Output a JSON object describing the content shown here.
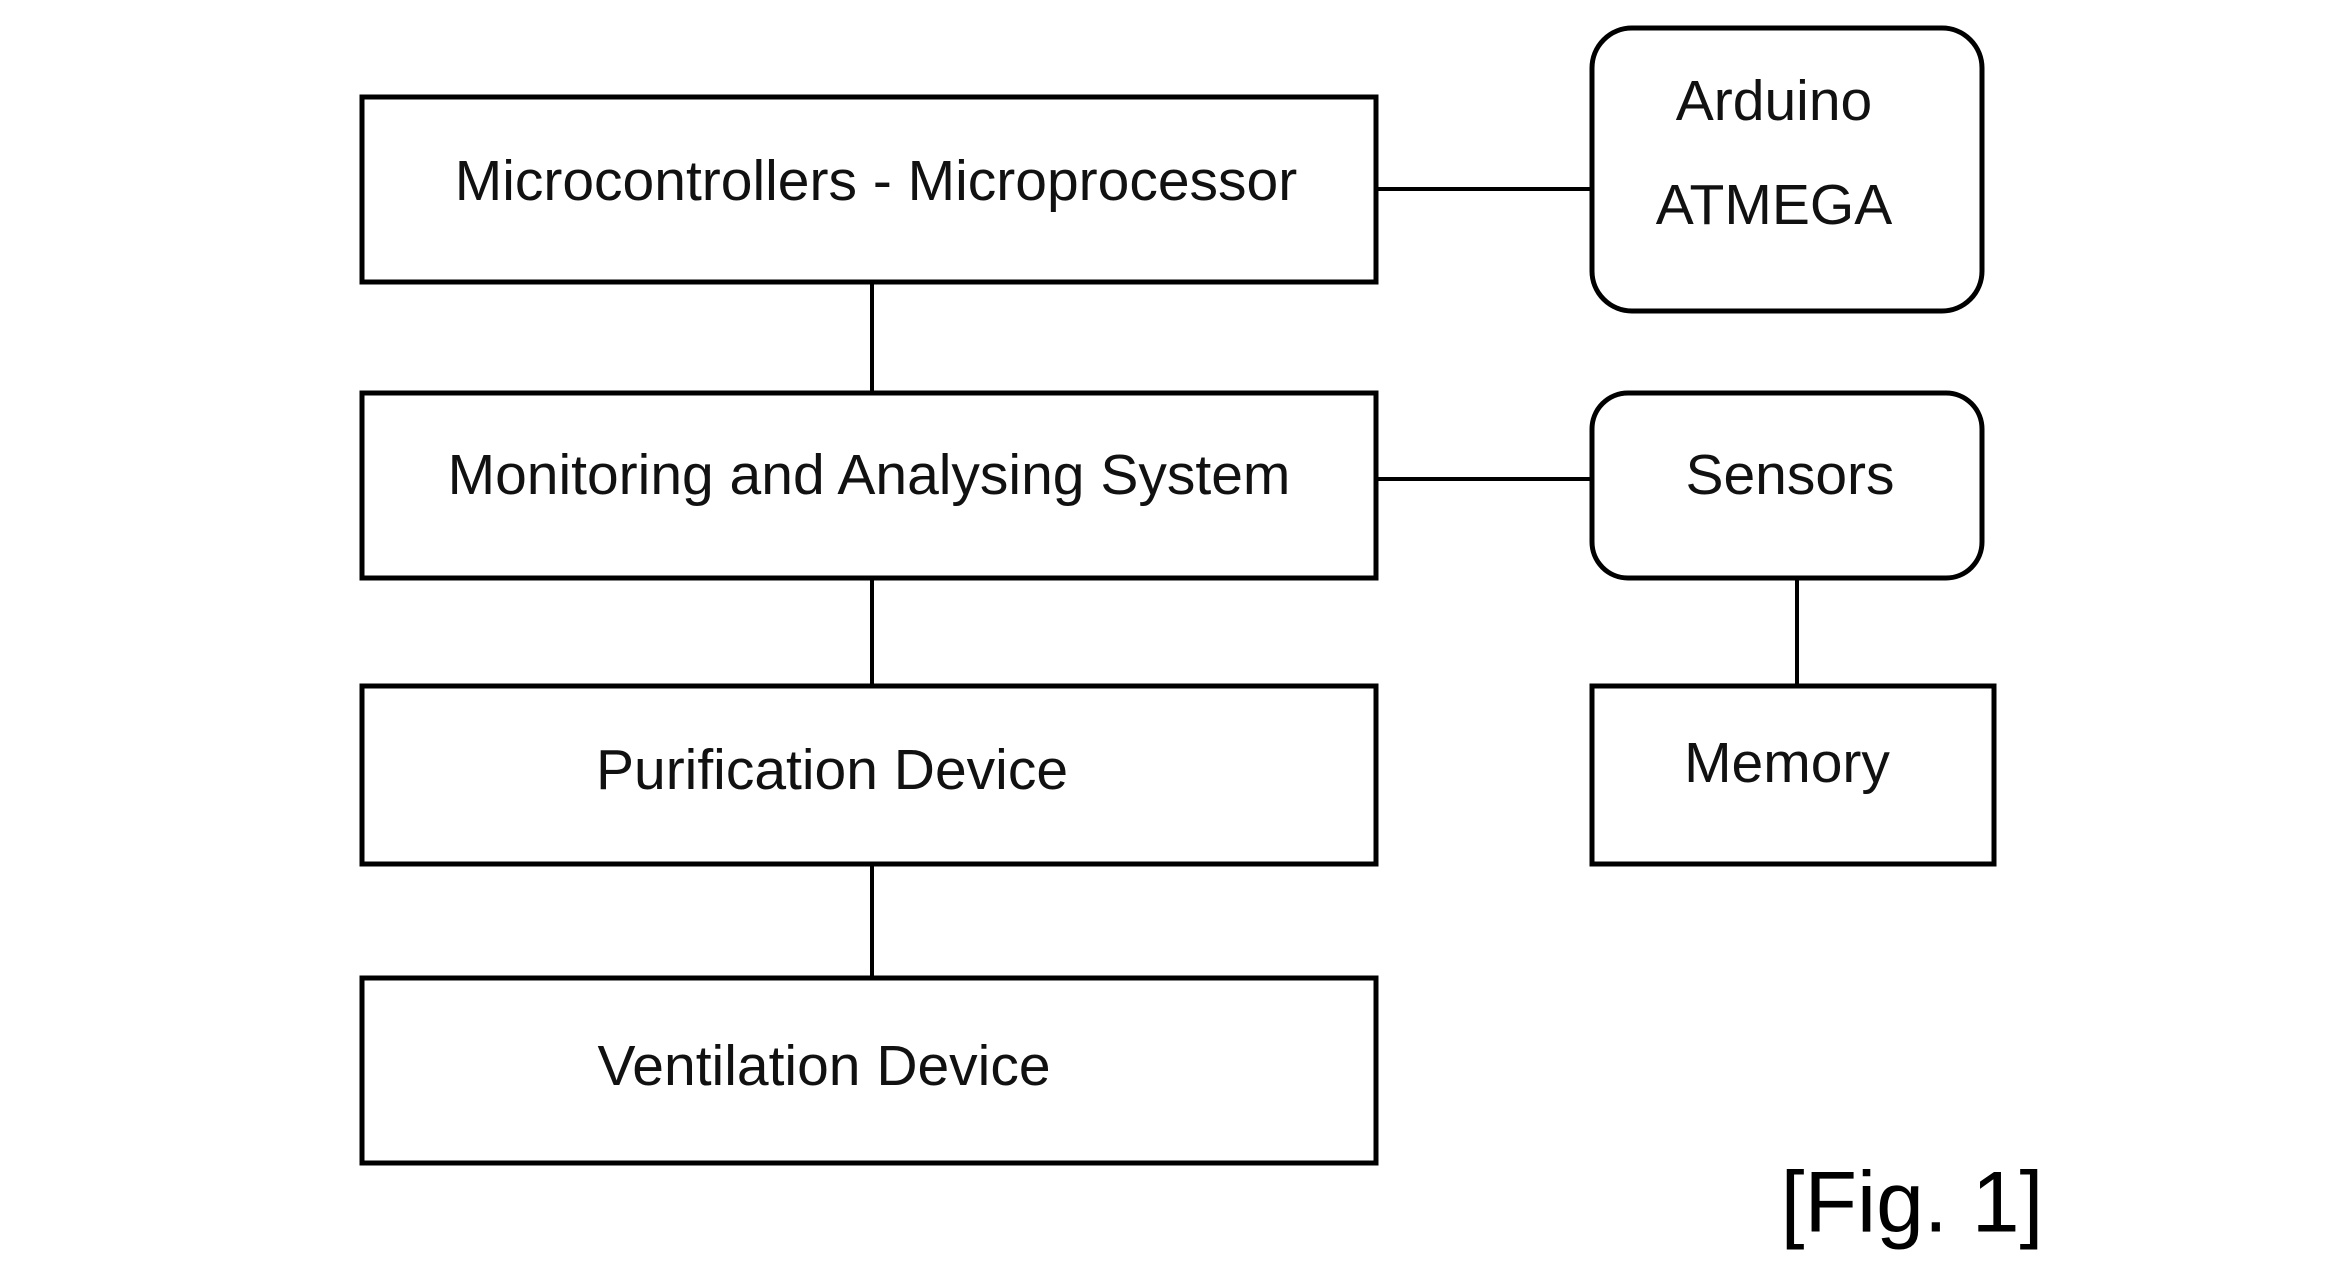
{
  "diagram": {
    "microcontrollers": "Microcontrollers - Microprocessor",
    "monitoring": "Monitoring and Analysing System",
    "purification": "Purification Device",
    "ventilation": "Ventilation Device",
    "arduino_line1": "Arduino",
    "arduino_line2": "ATMEGA",
    "sensors": "Sensors",
    "memory": "Memory",
    "figure_label": "[Fig. 1]"
  }
}
